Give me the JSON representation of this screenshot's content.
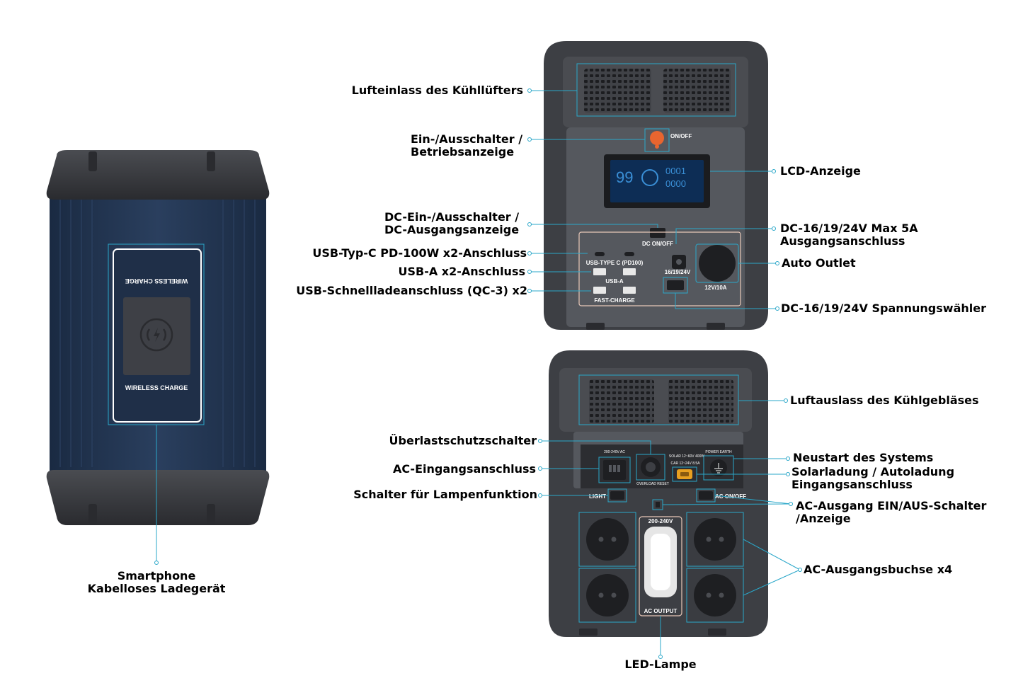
{
  "colors": {
    "leader": "#2aa7c9",
    "case_dark": "#3d3f44",
    "case_panel": "#55585e",
    "side_blue": "#22344f",
    "lcd_bg": "#0d2d55",
    "lcd_digits": "#3a8fd6",
    "switch_orange": "#e8652f"
  },
  "side_view": {
    "wireless_charge_top": "WIRELESS CHARGE",
    "wireless_charge_bottom": "WIRELESS CHARGE",
    "icon": "wireless-charging-icon"
  },
  "front_panel": {
    "on_off": "ON/OFF",
    "dc_on_off": "DC ON/OFF",
    "usb_type_c": "USB-TYPE C (PD100)",
    "usb_a": "USB-A",
    "fast_charge": "FAST-CHARGE",
    "dc_voltage": "16/19/24V",
    "car_outlet": "12V/10A",
    "lcd_digits_left": "99",
    "lcd_digits_right_top": "0001",
    "lcd_digits_right_bottom": "0000"
  },
  "back_panel": {
    "ac_in_rating": "200-240V AC",
    "overload_reset": "OVERLOAD RESET",
    "solar_rating": "SOLAR 12~60V 400W",
    "car_rating": "CAR 12~24V 8.5A",
    "power_earth": "POWER EARTH",
    "light": "LIGHT",
    "ac_on_off": "AC ON/OFF",
    "ac_voltage": "200-240V",
    "ac_output": "AC OUTPUT"
  },
  "labels": {
    "wireless_charger": [
      "Smartphone",
      "Kabelloses Ladegerät"
    ],
    "air_intake": "Lufteinlass des Kühllüfters",
    "power_switch": [
      "Ein-/Ausschalter /",
      "Betriebsanzeige"
    ],
    "lcd": "LCD-Anzeige",
    "dc_switch": [
      "DC-Ein-/Ausschalter /",
      "DC-Ausgangsanzeige"
    ],
    "dc_output": [
      "DC-16/19/24V Max 5A",
      "Ausgangsanschluss"
    ],
    "usb_c": "USB-Typ-C PD-100W x2-Anschluss",
    "usb_a": "USB-A x2-Anschluss",
    "qc3": "USB-Schnellladeanschluss (QC-3) x2",
    "auto_outlet": "Auto Outlet",
    "voltage_selector": "DC-16/19/24V Spannungswähler",
    "air_outlet": "Luftauslass des Kühlgebläses",
    "overload": "Überlastschutzschalter",
    "ac_input": "AC-Eingangsanschluss",
    "lamp_switch": "Schalter für Lampenfunktion",
    "reset": "Neustart des Systems",
    "solar_input": [
      "Solarladung / Autoladung",
      "Eingangsanschluss"
    ],
    "ac_switch": [
      "AC-Ausgang EIN/AUS-Schalter",
      "/Anzeige"
    ],
    "ac_sockets": "AC-Ausgangsbuchse x4",
    "led_lamp": "LED-Lampe"
  }
}
